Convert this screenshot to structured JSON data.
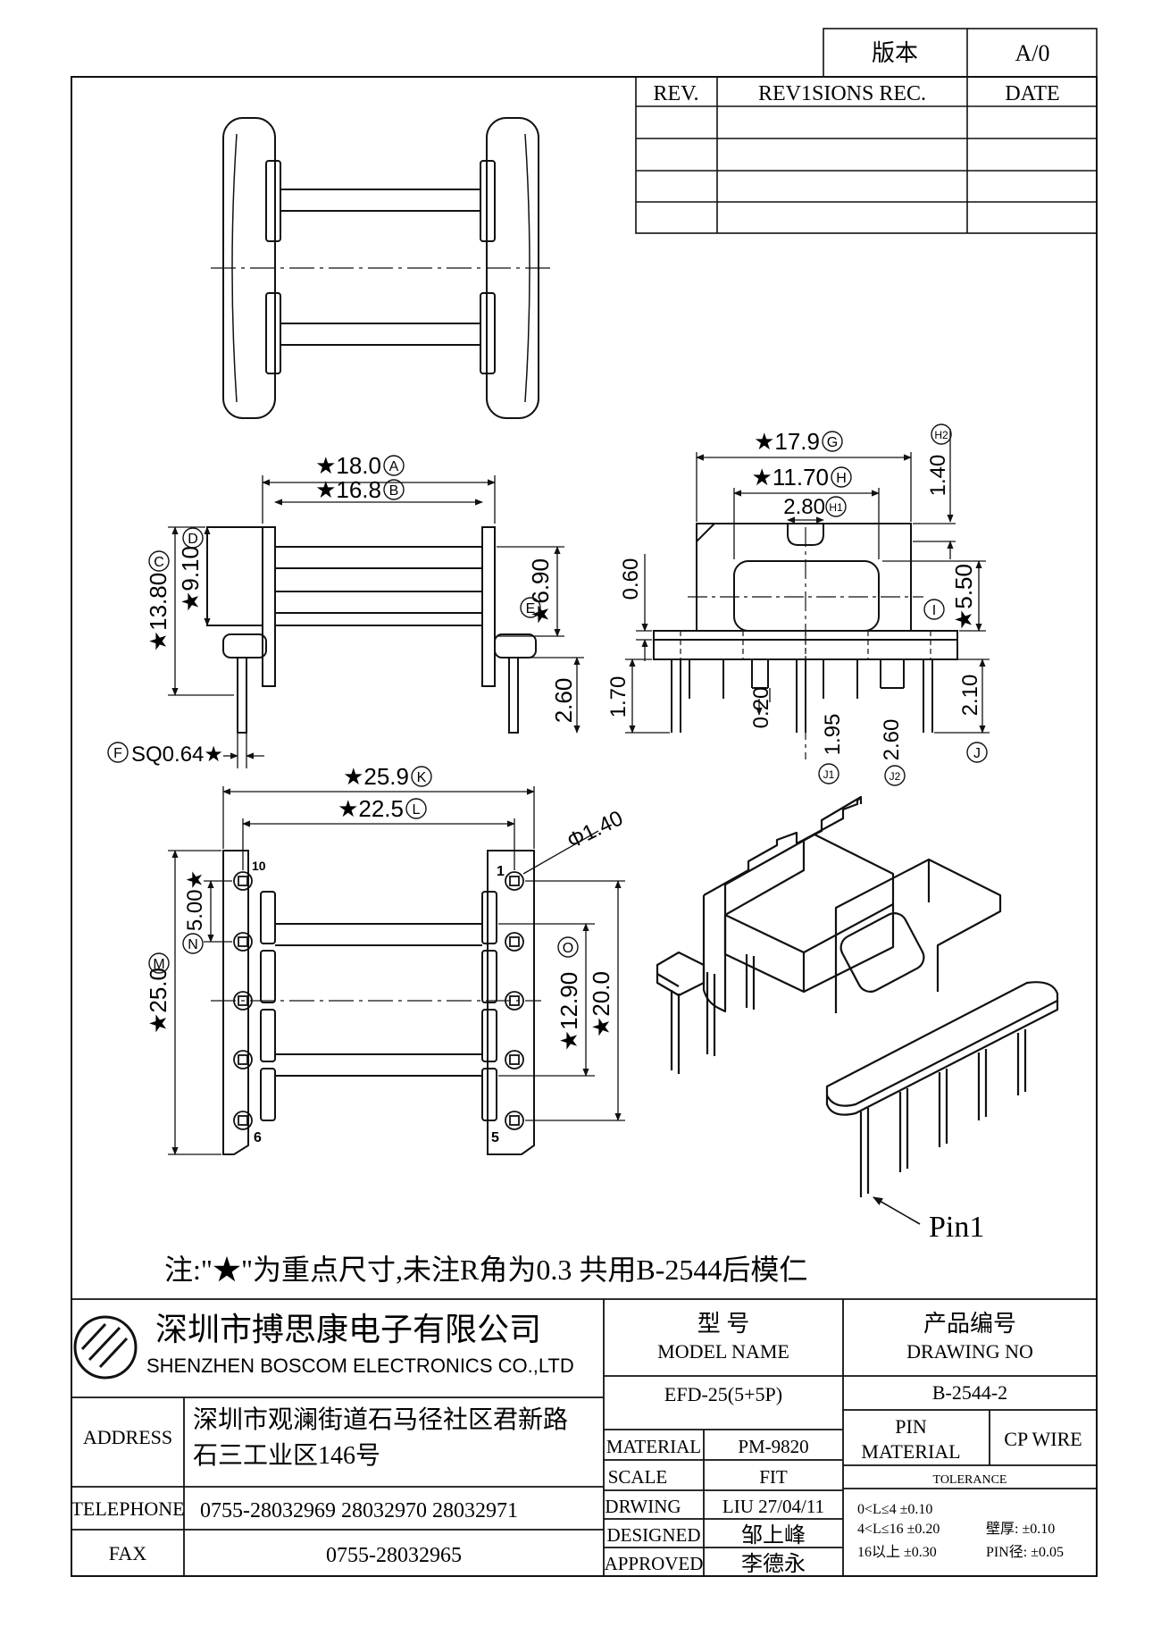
{
  "revision_block": {
    "version_label": "版本",
    "version_value": "A/0",
    "col_rev": "REV.",
    "col_records": "REV1SIONS REC.",
    "col_date": "DATE"
  },
  "side_view": {
    "dim_a": "★18.0",
    "dim_a_tag": "A",
    "dim_b": "★16.8",
    "dim_b_tag": "B",
    "dim_c": "★13.80",
    "dim_c_tag": "C",
    "dim_d": "★9.10",
    "dim_d_tag": "D",
    "dim_e": "★6.90",
    "dim_e_tag": "E",
    "dim_f": "SQ0.64★",
    "dim_f_tag": "F",
    "dim_pin_len": "2.60"
  },
  "end_view": {
    "dim_g": "★17.9",
    "dim_g_tag": "G",
    "dim_h": "★11.70",
    "dim_h_tag": "H",
    "dim_h1": "2.80",
    "dim_h1_tag": "H1",
    "dim_h2": "1.40",
    "dim_h2_tag": "H2",
    "dim_i": "★5.50",
    "dim_i_tag": "I",
    "dim_060": "0.60",
    "dim_170": "1.70",
    "dim_020": "0.20",
    "dim_195": "1.95",
    "dim_j1_tag": "J1",
    "dim_260": "2.60",
    "dim_j2_tag": "J2",
    "dim_210": "2.10",
    "dim_j_tag": "J"
  },
  "bottom_view": {
    "dim_k": "★25.9",
    "dim_k_tag": "K",
    "dim_l": "★22.5",
    "dim_l_tag": "L",
    "dim_phi": "Φ1.40",
    "dim_m": "★25.0",
    "dim_m_tag": "M",
    "dim_n": "5.00★",
    "dim_n_tag": "N",
    "dim_o": "★12.90",
    "dim_o_tag": "O",
    "dim_p": "★20.0",
    "pin_1": "1",
    "pin_5": "5",
    "pin_6": "6",
    "pin_10": "10"
  },
  "iso_view": {
    "pin1_label": "Pin1"
  },
  "note": "注:\"★\"为重点尺寸,未注R角为0.3  共用B-2544后模仁",
  "title_block": {
    "company_cn": "深圳市搏思康电子有限公司",
    "company_en": "SHENZHEN BOSCOM ELECTRONICS CO.,LTD",
    "model_name_cn": "型    号",
    "model_name_en": "MODEL NAME",
    "model_value": "EFD-25(5+5P)",
    "drawing_no_cn": "产品编号",
    "drawing_no_en": "DRAWING NO",
    "drawing_no_value": "B-2544-2",
    "address_label": "ADDRESS",
    "address_line1": "深圳市观澜街道石马径社区君新路",
    "address_line2": "石三工业区146号",
    "telephone_label": "TELEPHONE",
    "telephone_value": "0755-28032969 28032970 28032971",
    "fax_label": "FAX",
    "fax_value": "0755-28032965",
    "material_label": "MATERIAL",
    "material_value": "PM-9820",
    "scale_label": "SCALE",
    "scale_value": "FIT",
    "drawing_label": "DRWING",
    "drawing_value": "LIU 27/04/11",
    "designed_label": "DESIGNED",
    "designed_value": "邹上峰",
    "approved_label": "APPROVED",
    "approved_value": "李德永",
    "pin_label_1": "PIN",
    "pin_label_2": "MATERIAL",
    "pin_material_value": "CP WIRE",
    "tolerance_label": "TOLERANCE",
    "tol_1": "0<L≤4  ±0.10",
    "tol_2": "4<L≤16  ±0.20",
    "tol_3": "16以上    ±0.30",
    "tol_wall": "壁厚:   ±0.10",
    "tol_pin": "PIN径: ±0.05"
  }
}
